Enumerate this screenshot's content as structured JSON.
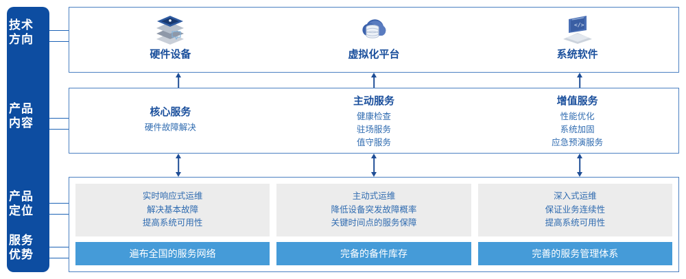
{
  "sidebar": {
    "items": [
      {
        "id": "tech-direction",
        "line1": "技术",
        "line2": "方向"
      },
      {
        "id": "product-content",
        "line1": "产品",
        "line2": "内容"
      },
      {
        "id": "product-position",
        "line1": "产品",
        "line2": "定位"
      },
      {
        "id": "service-advantage",
        "line1": "服务",
        "line2": "优势"
      }
    ]
  },
  "tech_row": {
    "columns": [
      {
        "icon": "server-stack-icon",
        "label": "硬件设备"
      },
      {
        "icon": "cloud-database-icon",
        "label": "虚拟化平台"
      },
      {
        "icon": "laptop-code-icon",
        "label": "系统软件"
      }
    ]
  },
  "content_row": {
    "columns": [
      {
        "title": "核心服务",
        "items": [
          "硬件故障解决"
        ]
      },
      {
        "title": "主动服务",
        "items": [
          "健康检查",
          "驻场服务",
          "值守服务"
        ]
      },
      {
        "title": "增值服务",
        "items": [
          "性能优化",
          "系统加固",
          "应急预演服务"
        ]
      }
    ]
  },
  "bottom_row": {
    "columns": [
      {
        "card_lines": [
          "实时响应式运维",
          "解决基本故障",
          "提高系统可用性"
        ],
        "bar_label": "遍布全国的服务网络"
      },
      {
        "card_lines": [
          "主动式运维",
          "降低设备突发故障概率",
          "关键时间点的服务保障"
        ],
        "bar_label": "完备的备件库存"
      },
      {
        "card_lines": [
          "深入式运维",
          "保证业务连续性",
          "提高系统可用性"
        ],
        "bar_label": "完善的服务管理体系"
      }
    ]
  },
  "colors": {
    "rail_blue": "#0d4da1",
    "border_blue": "#4a7fc1",
    "title_blue": "#1a4f9c",
    "text_blue": "#2f6bb0",
    "bar_blue": "#459bd8",
    "card_grey": "#ececec",
    "arrow_blue": "#1f4e96"
  }
}
